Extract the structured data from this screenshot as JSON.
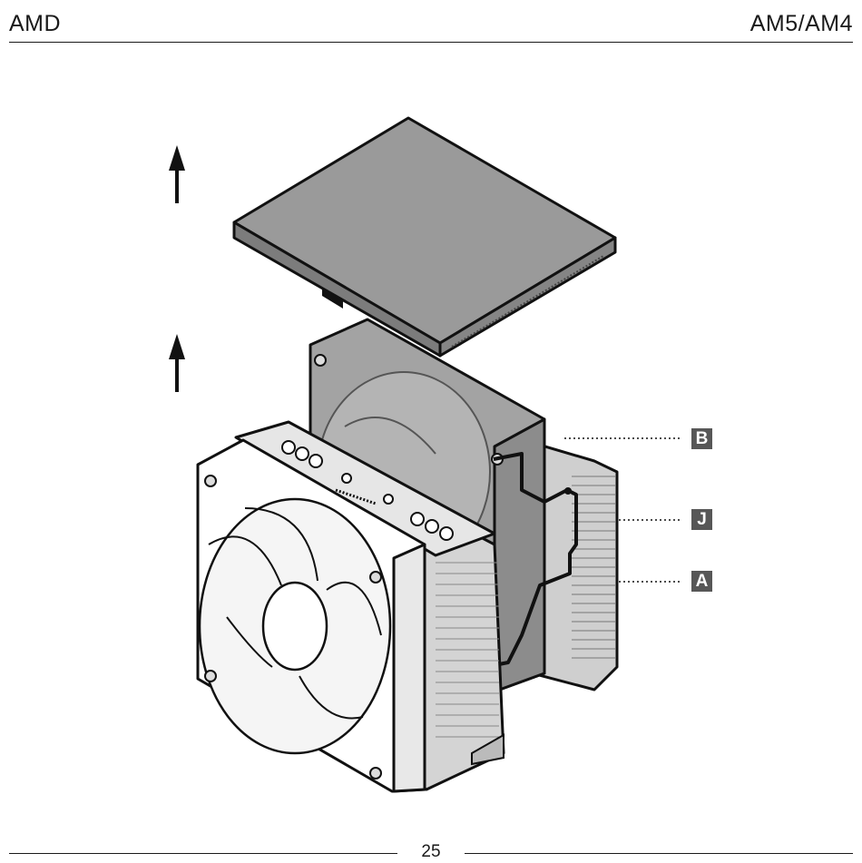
{
  "header": {
    "brand": "AMD",
    "socket": "AM5/AM4"
  },
  "callouts": {
    "b": "B",
    "j": "J",
    "a": "A"
  },
  "colors": {
    "callout_bg": "#575757",
    "ink": "#1a1a1a",
    "part_fill": "#8f8f8f",
    "fan_fill": "#a6a6a6"
  },
  "icons": [
    "up-arrow-icon"
  ],
  "footer": {
    "page_number": "25"
  }
}
